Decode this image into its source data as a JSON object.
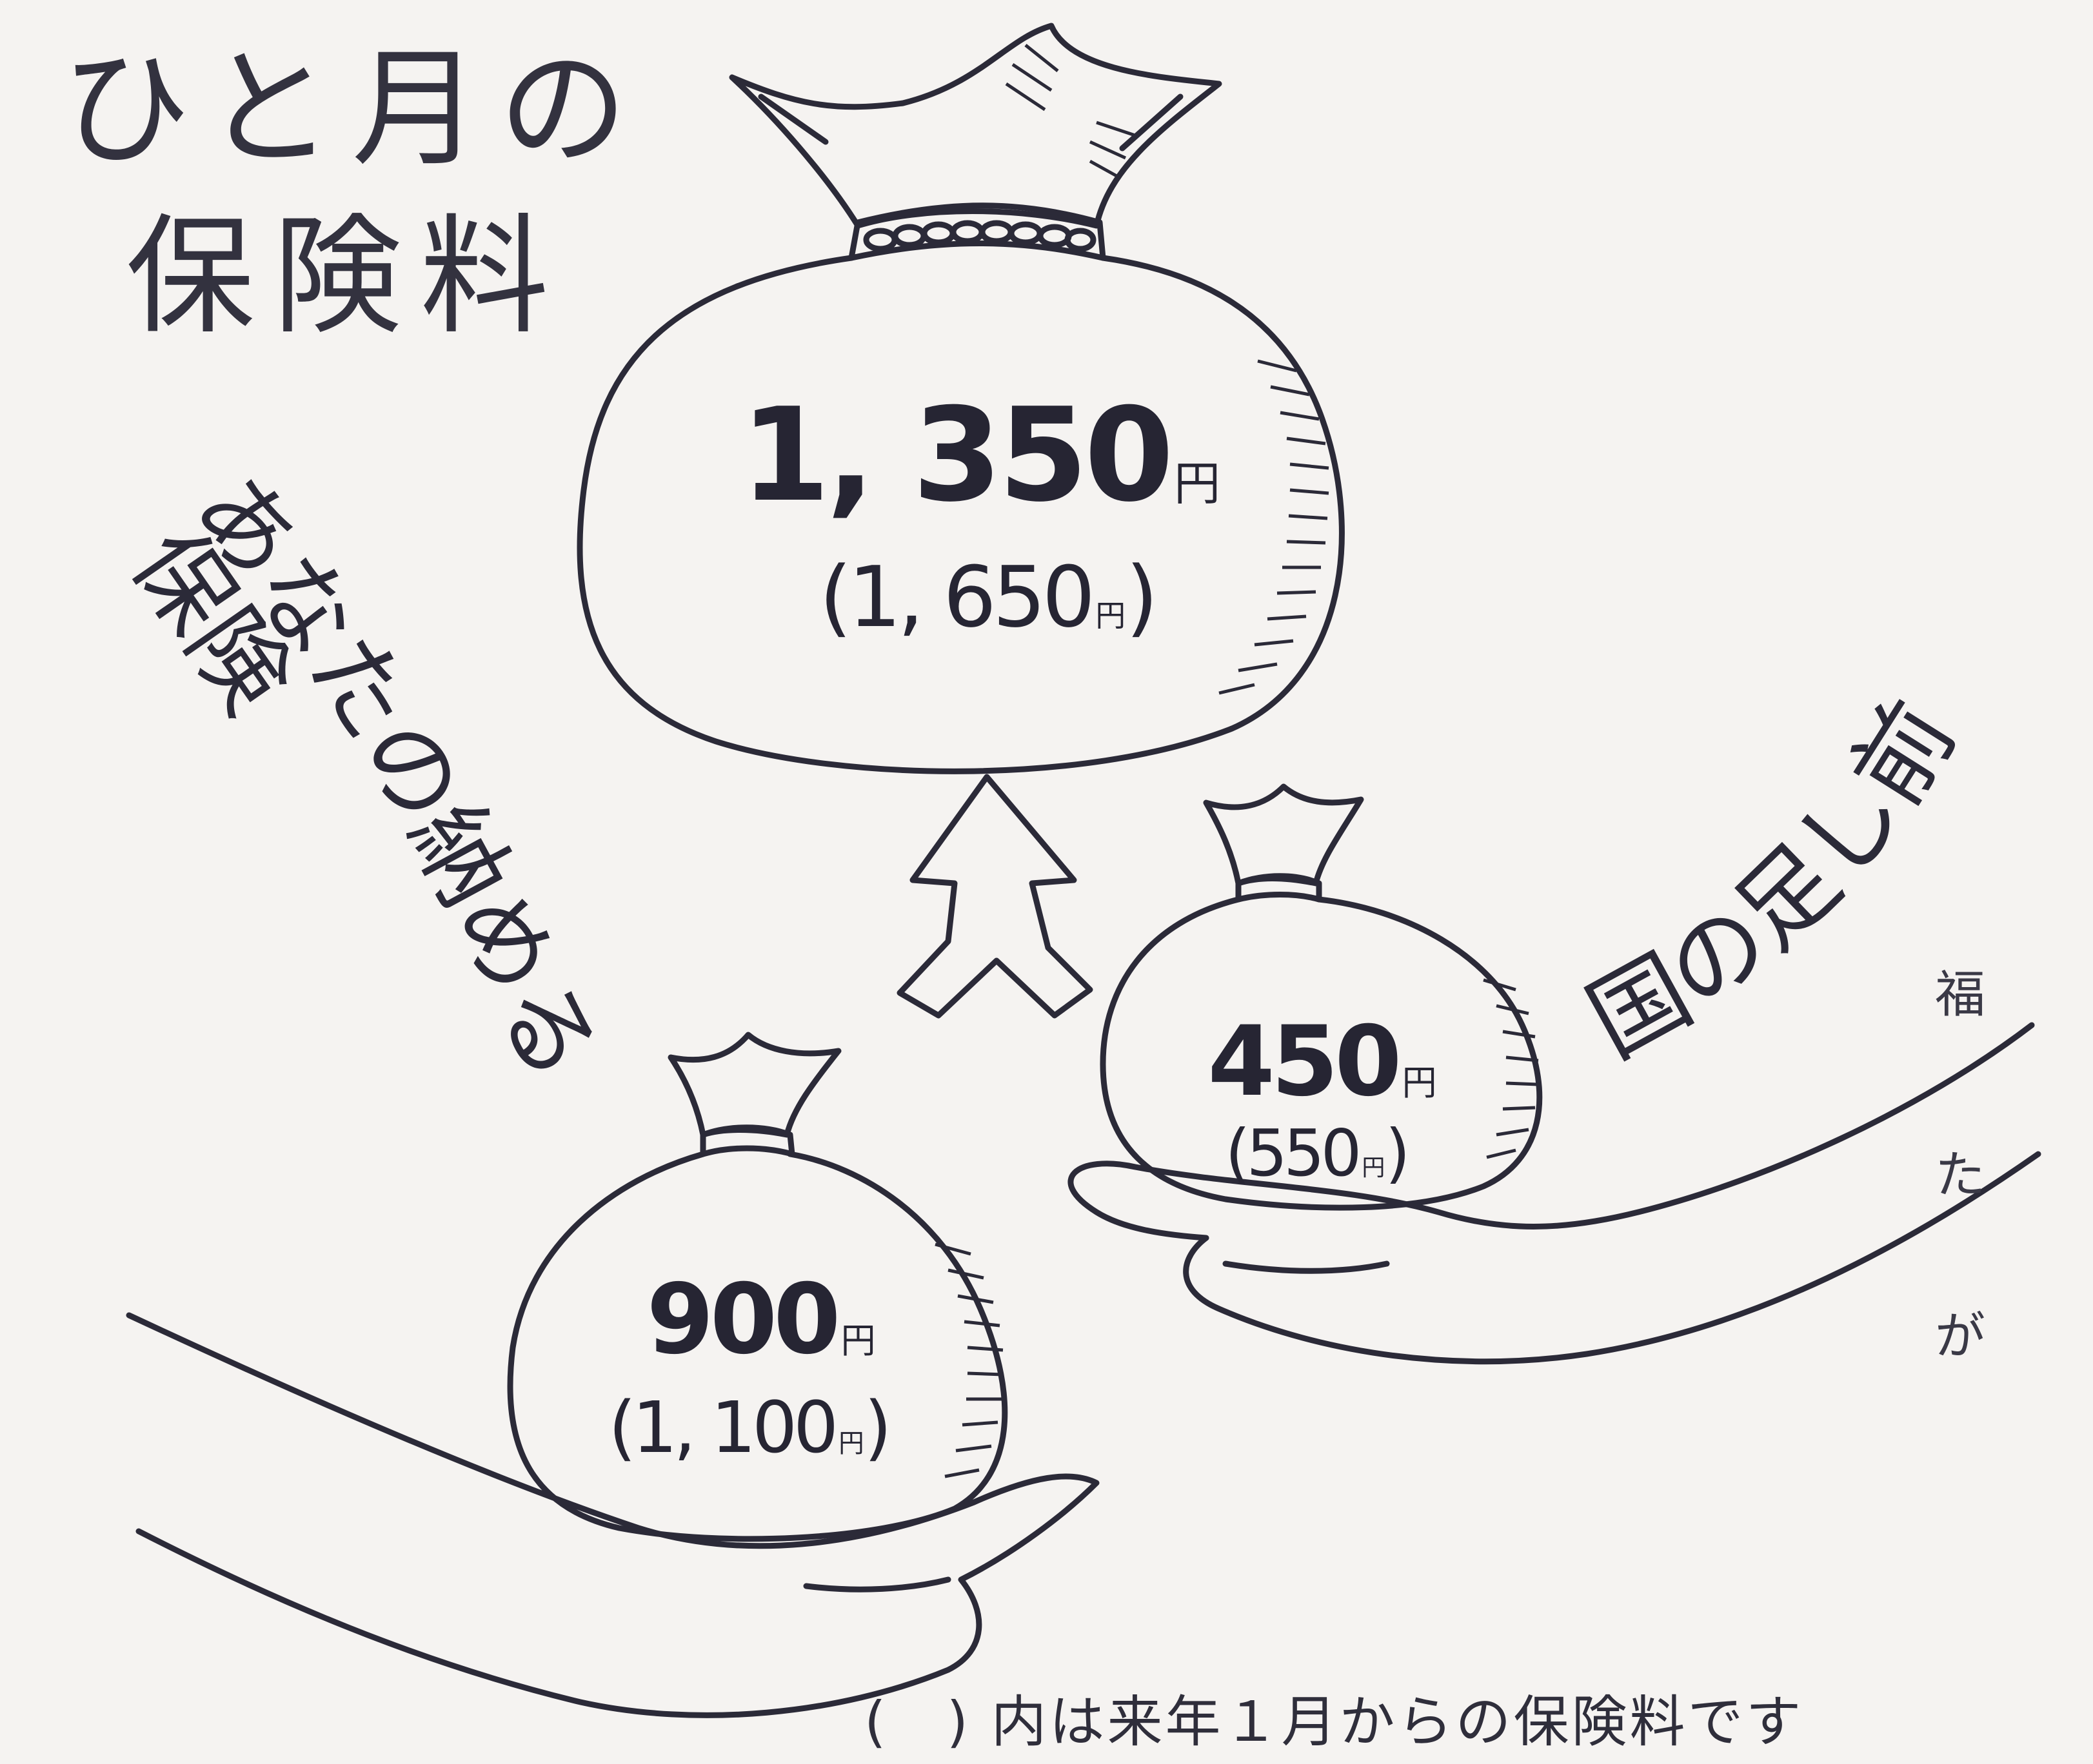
{
  "title": {
    "line1": "ひと月の",
    "line2": "保険料"
  },
  "total": {
    "current": "1, 350",
    "next_year": "(1, 650",
    "next_year_close": ")",
    "unit": "円"
  },
  "your_part": {
    "label_line1": "あなたの納める",
    "label_line2": "保険料",
    "current": "900",
    "next_year": "(1, 100",
    "next_year_close": ")",
    "unit": "円"
  },
  "state_part": {
    "label": "国の足し前",
    "current": "450",
    "next_year": "(550",
    "next_year_close": ")",
    "unit": "円"
  },
  "side_text": [
    "福",
    "た",
    "が"
  ],
  "footnote": "(　) 内は来年１月からの保険料です"
}
